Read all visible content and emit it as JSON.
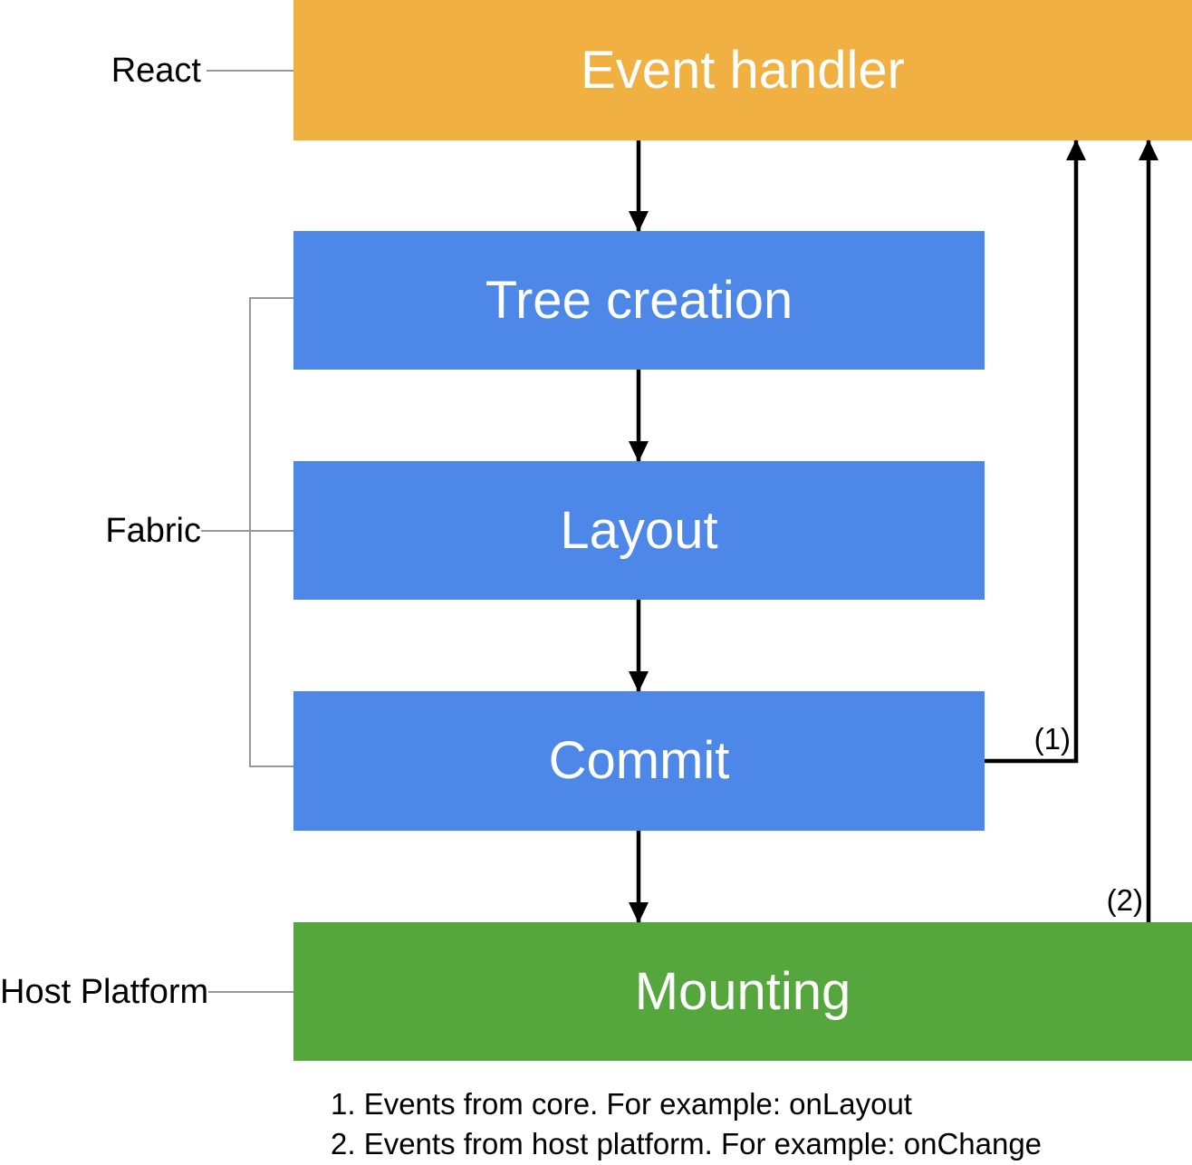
{
  "diagram": {
    "boxes": [
      {
        "label": "Event handler",
        "color": "#F1B042"
      },
      {
        "label": "Tree creation",
        "color": "#4D87E8"
      },
      {
        "label": "Layout",
        "color": "#4D87E8"
      },
      {
        "label": "Commit",
        "color": "#4D87E8"
      },
      {
        "label": "Mounting",
        "color": "#55A63C"
      }
    ],
    "side_labels": [
      {
        "label": "React"
      },
      {
        "label": "Fabric"
      },
      {
        "label": "Host Platform"
      }
    ],
    "arrow_labels": {
      "note1": "(1)",
      "note2": "(2)"
    },
    "footnotes": [
      "1. Events from core. For example: onLayout",
      "2. Events from host platform. For example: onChange"
    ],
    "colors": {
      "event_handler_orange": "#F1B042",
      "fabric_stage_blue": "#4D87E8",
      "mounting_green": "#55A63C",
      "connector_gray": "#999999",
      "arrow_black": "#000000",
      "box_text": "#FFFFFF",
      "label_text": "#000000"
    }
  }
}
